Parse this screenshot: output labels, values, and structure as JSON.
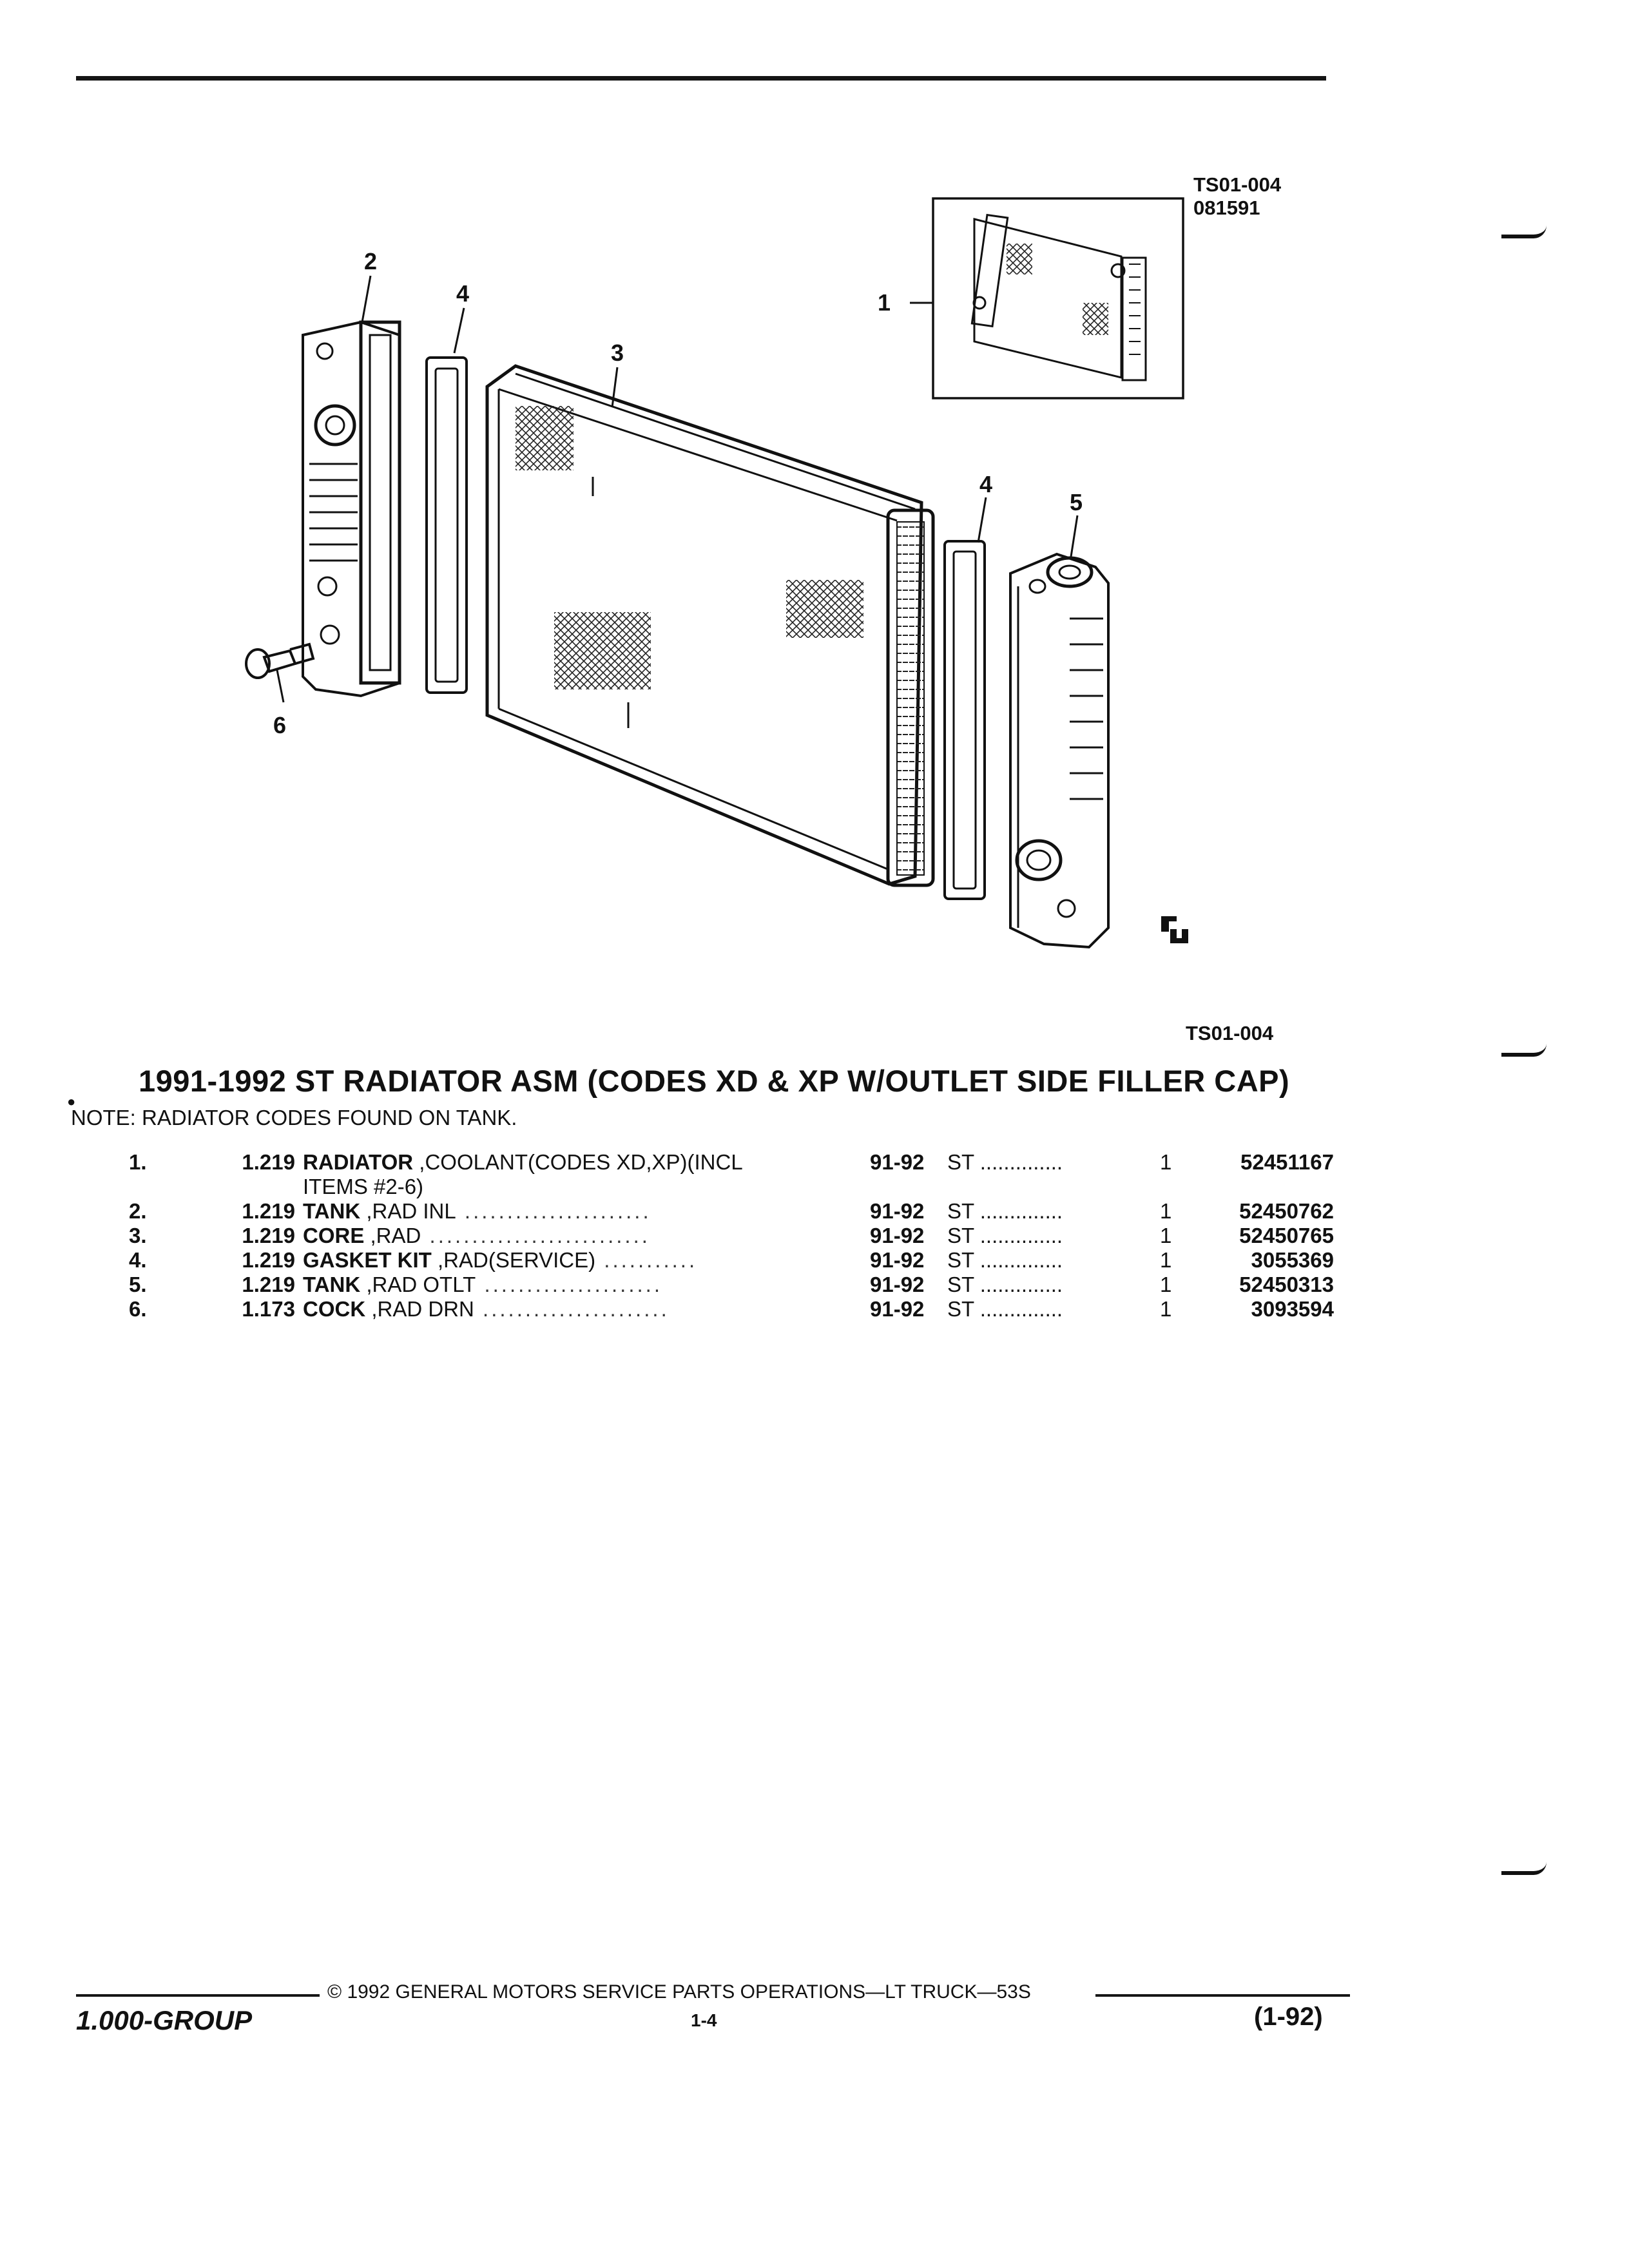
{
  "figure": {
    "id_top": "TS01-004",
    "date_code": "081591",
    "id_bottom": "TS01-004",
    "callouts": [
      "1",
      "2",
      "3",
      "4",
      "4",
      "5",
      "6"
    ]
  },
  "heading": {
    "title": "1991-1992 ST RADIATOR ASM (CODES XD & XP W/OUTLET SIDE FILLER CAP)",
    "note": "NOTE:  RADIATOR CODES FOUND ON TANK."
  },
  "parts": [
    {
      "num": "1.",
      "group": "1.219",
      "name": "RADIATOR",
      "desc": ",COOLANT(CODES XD,XP)(INCL",
      "cont": "ITEMS #2-6)",
      "years": "91-92",
      "series": "ST",
      "qty": "1",
      "pn": "52451167"
    },
    {
      "num": "2.",
      "group": "1.219",
      "name": "TANK",
      "desc": ",RAD INL",
      "cont": "",
      "years": "91-92",
      "series": "ST",
      "qty": "1",
      "pn": "52450762"
    },
    {
      "num": "3.",
      "group": "1.219",
      "name": "CORE",
      "desc": ",RAD",
      "cont": "",
      "years": "91-92",
      "series": "ST",
      "qty": "1",
      "pn": "52450765"
    },
    {
      "num": "4.",
      "group": "1.219",
      "name": "GASKET KIT",
      "desc": ",RAD(SERVICE)",
      "cont": "",
      "years": "91-92",
      "series": "ST",
      "qty": "1",
      "pn": "3055369"
    },
    {
      "num": "5.",
      "group": "1.219",
      "name": "TANK",
      "desc": ",RAD OTLT",
      "cont": "",
      "years": "91-92",
      "series": "ST",
      "qty": "1",
      "pn": "52450313"
    },
    {
      "num": "6.",
      "group": "1.173",
      "name": "COCK",
      "desc": ",RAD DRN",
      "cont": "",
      "years": "91-92",
      "series": "ST",
      "qty": "1",
      "pn": "3093594"
    }
  ],
  "footer": {
    "copyright": "©  1992  GENERAL MOTORS SERVICE PARTS OPERATIONS—LT TRUCK—53S",
    "group": "1.000-GROUP",
    "page": "1-4",
    "revision": "(1-92)"
  }
}
